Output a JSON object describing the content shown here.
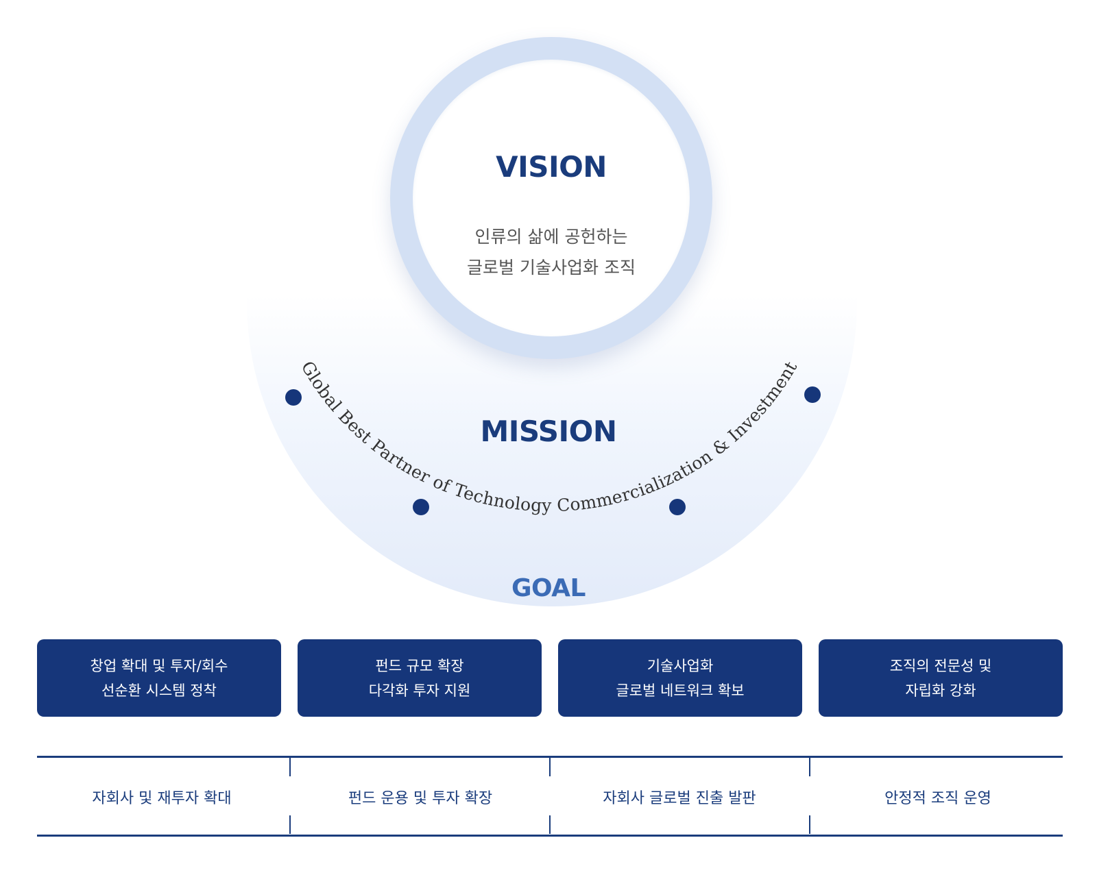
{
  "vision": {
    "title": "VISION",
    "lines": [
      "인류의 삶에 공헌하는",
      "글로벌 기술사업화 조직"
    ]
  },
  "mission": {
    "title": "MISSION",
    "arc_text": "Global Best Partner of Technology Commercialization & Investment"
  },
  "goal": {
    "title": "GOAL",
    "boxes": [
      {
        "line1": "창업 확대 및 투자/회수",
        "line2": "선순환 시스템 정착"
      },
      {
        "line1": "펀드 규모 확장",
        "line2": "다각화 투자 지원"
      },
      {
        "line1": "기술사업화",
        "line2": "글로벌 네트워크 확보"
      },
      {
        "line1": "조직의 전문성 및",
        "line2": "자립화 강화"
      }
    ]
  },
  "strategies": [
    "자회사 및 재투자 확대",
    "펀드 운용 및 투자 확장",
    "자회사 글로벌 진출 발판",
    "안정적 조직 운영"
  ],
  "colors": {
    "navy": "#16367a",
    "heading": "#1a3c7c",
    "goal_heading": "#3b6bb5",
    "ring": "#d3e0f4",
    "arc_band": "#e8effb"
  }
}
